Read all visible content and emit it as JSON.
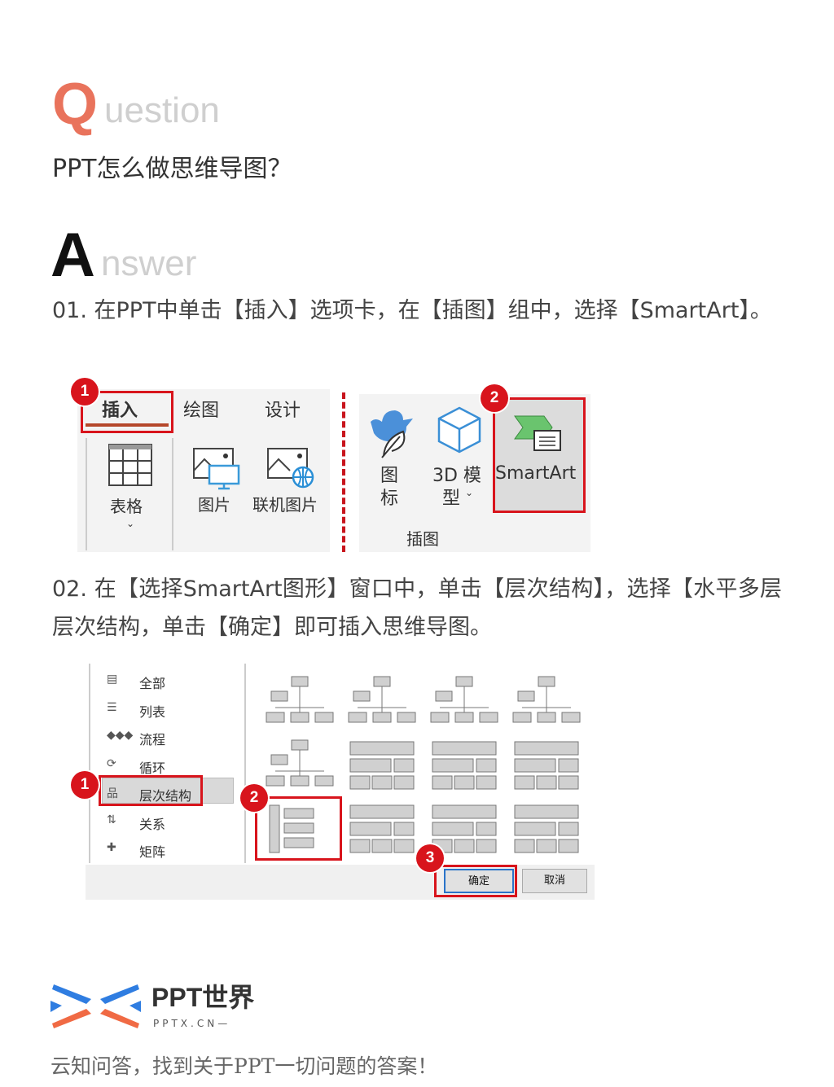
{
  "question": {
    "q_letter": "Q",
    "q_rest": "uestion",
    "text": "PPT怎么做思维导图？"
  },
  "answer": {
    "a_letter": "A",
    "a_rest": "nswer"
  },
  "steps": [
    {
      "text": "01.  在PPT中单击【插入】选项卡，在【插图】组中，选择【SmartArt】。"
    },
    {
      "text": "02. 在【选择SmartArt图形】窗口中，单击【层次结构】，选择【水平多层层次结构，单击【确定】即可插入思维导图。"
    }
  ],
  "ribbon": {
    "tabs": [
      "插入",
      "绘图",
      "设计"
    ],
    "table_label": "表格",
    "picture_label": "图片",
    "online_picture_label": "联机图片",
    "icons_label": "图\n标",
    "icons_label_1": "图",
    "icons_label_2": "标",
    "model_label_1": "3D 模",
    "model_label_2": "型",
    "smartart_label": "SmartArt",
    "group_label": "插图",
    "badges": [
      "1",
      "2"
    ]
  },
  "dialog": {
    "categories": [
      "全部",
      "列表",
      "流程",
      "循环",
      "层次结构",
      "关系",
      "矩阵"
    ],
    "selected_category": "层次结构",
    "ok_label": "确定",
    "cancel_label": "取消",
    "badges": [
      "1",
      "2",
      "3"
    ]
  },
  "footer": {
    "brand": "PPT世界",
    "domain": "PPTX.CN—",
    "slogan": "云知问答，找到关于PPT一切问题的答案！"
  },
  "colors": {
    "accent_red": "#d8141c",
    "q_coral": "#e9735c",
    "logo_blue": "#2f7de1",
    "logo_orange": "#f06a44"
  }
}
